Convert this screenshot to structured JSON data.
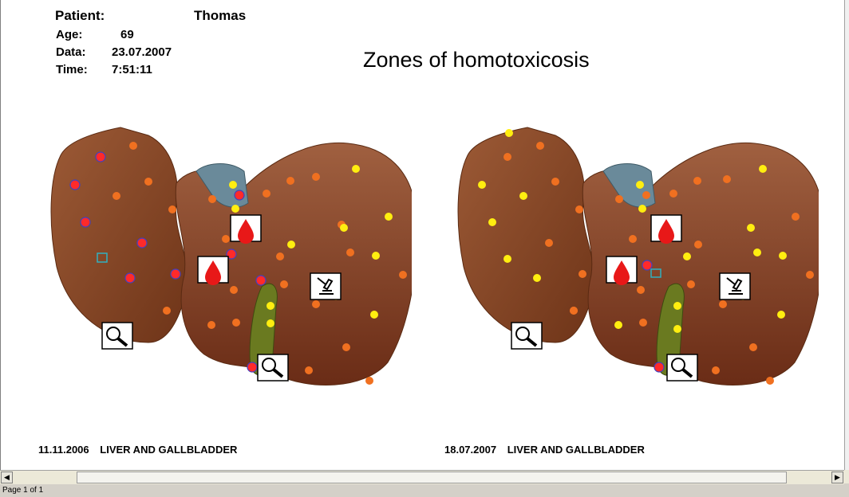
{
  "header": {
    "patient_label": "Patient:",
    "patient_value": "Thomas",
    "age_label": "Age:",
    "age_value": "69",
    "date_label": "Data:",
    "date_value": "23.07.2007",
    "time_label": "Time:",
    "time_value": "7:51:11"
  },
  "title": "Zones of homotoxicosis",
  "charts": [
    {
      "date": "11.11.2006",
      "organ": "LIVER AND GALLBLADDER"
    },
    {
      "date": "18.07.2007",
      "organ": "LIVER AND GALLBLADDER"
    }
  ],
  "status": {
    "page_text": "Page 1 of 1"
  },
  "colors": {
    "red_dot": "#ff2a2a",
    "orange_dot": "#f07020",
    "yellow_dot": "#ffee10",
    "liver": "#8a4a2a",
    "gallbladder": "#6a7a20"
  },
  "icons": [
    "blood-drop-icon",
    "microscope-icon",
    "magnifier-icon"
  ]
}
